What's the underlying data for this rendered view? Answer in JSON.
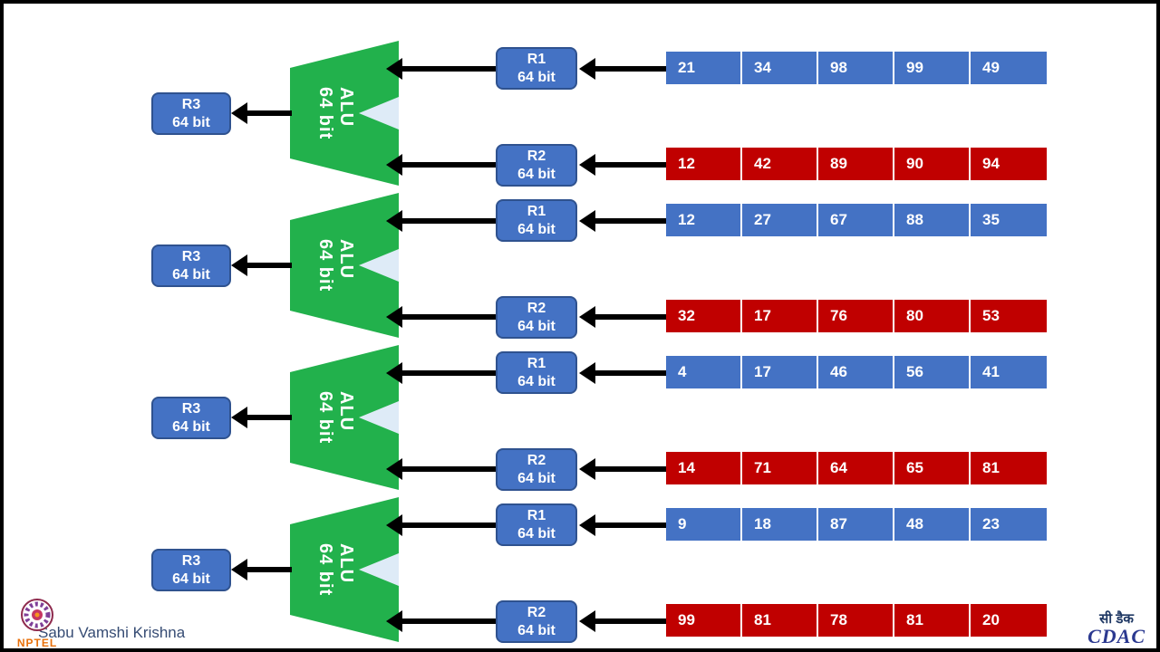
{
  "labels": {
    "r1": "R1",
    "r2": "R2",
    "r3": "R3",
    "bits": "64 bit",
    "alu": "64 bit\nALU"
  },
  "groups": [
    {
      "r1_values": [
        21,
        34,
        98,
        99,
        49
      ],
      "r2_values": [
        12,
        42,
        89,
        90,
        94
      ]
    },
    {
      "r1_values": [
        12,
        27,
        67,
        88,
        35
      ],
      "r2_values": [
        32,
        17,
        76,
        80,
        53
      ]
    },
    {
      "r1_values": [
        4,
        17,
        46,
        56,
        41
      ],
      "r2_values": [
        14,
        71,
        64,
        65,
        81
      ]
    },
    {
      "r1_values": [
        9,
        18,
        87,
        48,
        23
      ],
      "r2_values": [
        99,
        81,
        78,
        81,
        20
      ]
    }
  ],
  "colors": {
    "vector_a_blue": "#4472C4",
    "vector_b_red": "#C00000",
    "alu_green": "#22B14C",
    "register_fill": "#4472C4",
    "register_border": "#2F528F",
    "arrow_black": "#000000"
  },
  "footer": {
    "nptel_label": "NPTEL",
    "watermark": "Sabu Vamshi Krishna",
    "cdac_hindi": "सी डैक",
    "cdac_latin": "CDAC"
  }
}
